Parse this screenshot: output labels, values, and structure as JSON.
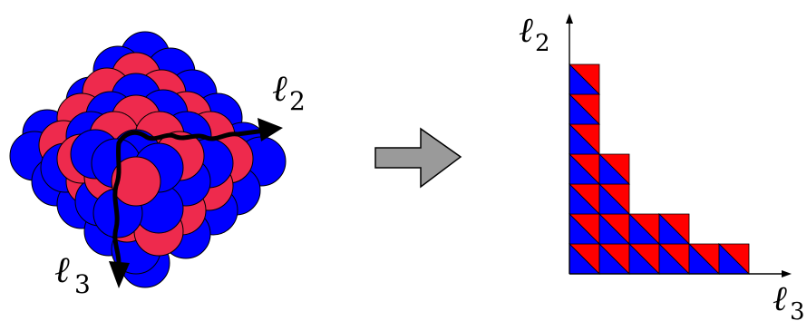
{
  "colors": {
    "red": "#ff0000",
    "pink_red": "#ee2a4d",
    "blue": "#0000ff",
    "arrow_fill": "#9a9a9a",
    "stroke": "#000000"
  },
  "left_panel": {
    "label_l2": {
      "main": "ℓ",
      "sub": "2"
    },
    "label_l3": {
      "main": "ℓ",
      "sub": "3"
    }
  },
  "transform_arrow": {
    "icon": "right-block-arrow-icon"
  },
  "right_panel": {
    "y_axis_label": {
      "main": "ℓ",
      "sub": "2"
    },
    "x_axis_label": {
      "main": "ℓ",
      "sub": "3"
    },
    "staircase_rows": [
      6,
      4,
      2,
      2,
      1,
      1,
      1
    ]
  }
}
